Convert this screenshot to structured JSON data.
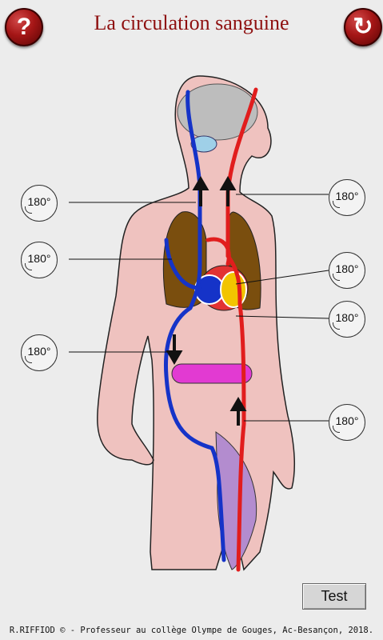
{
  "header": {
    "title": "La circulation sanguine",
    "help_glyph": "?",
    "refresh_glyph": "↻"
  },
  "dials": [
    {
      "label": "180°"
    },
    {
      "label": "180°"
    },
    {
      "label": "180°"
    },
    {
      "label": "180°"
    },
    {
      "label": "180°"
    },
    {
      "label": "180°"
    },
    {
      "label": "180°"
    }
  ],
  "controls": {
    "test_label": "Test"
  },
  "footer": {
    "credit": "R.RIFFIOD © - Professeur au collège Olympe de Gouges, Ac-Besançon, 2018."
  },
  "colors": {
    "accent": "#a51616",
    "title": "#8e0f0f",
    "skin": "#efc2bf",
    "vein": "#1533c8",
    "artery": "#e11d1d",
    "lung": "#7a4e0e",
    "intestine": "#e23ad2"
  }
}
